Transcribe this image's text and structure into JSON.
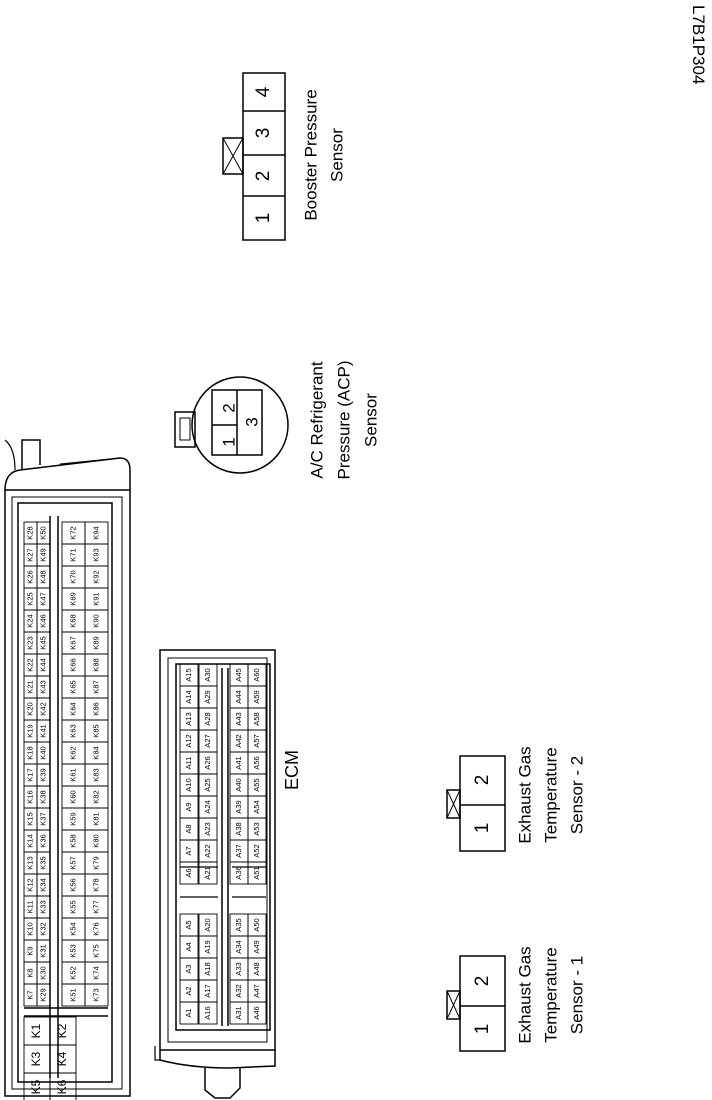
{
  "figure_id": "L7B1P304",
  "ecm": {
    "label": "ECM",
    "k_big": [
      "K1",
      "K2",
      "K3",
      "K4",
      "K5",
      "K6"
    ],
    "k_row1": [
      "K7",
      "K8",
      "K9",
      "K10",
      "K11",
      "K12",
      "K13",
      "K14",
      "K15",
      "K16",
      "K17",
      "K18",
      "K19",
      "K20",
      "K21",
      "K22",
      "K23",
      "K24",
      "K25",
      "K26",
      "K27",
      "K28"
    ],
    "k_row2": [
      "K29",
      "K30",
      "K31",
      "K32",
      "K33",
      "K34",
      "K35",
      "K36",
      "K37",
      "K38",
      "K39",
      "K40",
      "K41",
      "K42",
      "K43",
      "K44",
      "K45",
      "K46",
      "K47",
      "K48",
      "K49",
      "K50"
    ],
    "k_row3": [
      "K51",
      "K52",
      "K53",
      "K54",
      "K55",
      "K56",
      "K57",
      "K58",
      "K59",
      "K60",
      "K61",
      "K62",
      "K63",
      "K64",
      "K65",
      "K66",
      "K67",
      "K68",
      "K69",
      "K70",
      "K71",
      "K72"
    ],
    "k_row4": [
      "K73",
      "K74",
      "K75",
      "K76",
      "K77",
      "K78",
      "K79",
      "K80",
      "K81",
      "K82",
      "K83",
      "K84",
      "K85",
      "K86",
      "K87",
      "K88",
      "K89",
      "K90",
      "K91",
      "K92",
      "K93",
      "K94"
    ],
    "a_row1": [
      "A1",
      "A2",
      "A3",
      "A4",
      "A5",
      "A6",
      "A7",
      "A8",
      "A9",
      "A10",
      "A11",
      "A12",
      "A13",
      "A14",
      "A15"
    ],
    "a_row2": [
      "A16",
      "A17",
      "A18",
      "A19",
      "A20",
      "A21",
      "A22",
      "A23",
      "A24",
      "A25",
      "A26",
      "A27",
      "A28",
      "A29",
      "A30"
    ],
    "a_row3": [
      "A31",
      "A32",
      "A33",
      "A34",
      "A35",
      "A36",
      "A37",
      "A38",
      "A39",
      "A40",
      "A41",
      "A42",
      "A43",
      "A44",
      "A45"
    ],
    "a_row4": [
      "A46",
      "A47",
      "A48",
      "A49",
      "A50",
      "A51",
      "A52",
      "A53",
      "A54",
      "A55",
      "A56",
      "A57",
      "A58",
      "A59",
      "A60"
    ]
  },
  "acp_sensor": {
    "label_lines": [
      "A/C Refrigerant",
      "Pressure (ACP)",
      "Sensor"
    ],
    "pins": [
      "1",
      "2",
      "3"
    ]
  },
  "booster_sensor": {
    "label_lines": [
      "Booster Pressure",
      "Sensor"
    ],
    "pins": [
      "1",
      "2",
      "3",
      "4"
    ]
  },
  "egt1": {
    "label_lines": [
      "Exhaust Gas",
      "Temperature",
      "Sensor - 1"
    ],
    "pins": [
      "1",
      "2"
    ]
  },
  "egt2": {
    "label_lines": [
      "Exhaust Gas",
      "Temperature",
      "Sensor - 2"
    ],
    "pins": [
      "1",
      "2"
    ]
  }
}
